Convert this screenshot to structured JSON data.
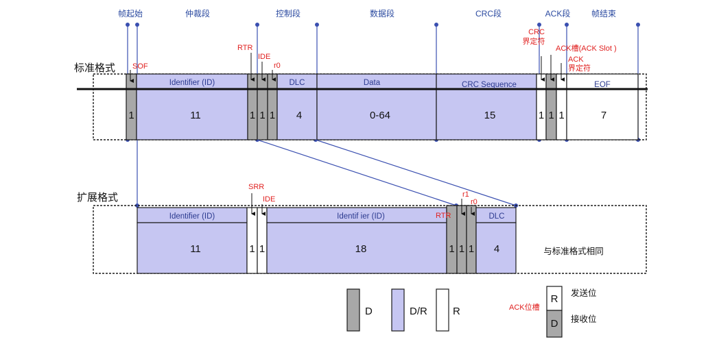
{
  "segments_top": {
    "sof_seg": "帧起始",
    "arb": "仲裁段",
    "ctrl": "控制段",
    "data": "数据段",
    "crc": "CRC段",
    "ack": "ACK段",
    "eof_seg": "帧结束"
  },
  "standard": {
    "title": "标准格式",
    "sof_label": "SOF",
    "rtr": "RTR",
    "ide": "IDE",
    "r0": "r0",
    "crc_delim_1": "CRC",
    "crc_delim_2": "界定符",
    "ack_slot": "ACK槽(ACK Slot )",
    "ack_delim_1": "ACK",
    "ack_delim_2": "界定符",
    "fields": {
      "id": "Identifier (ID)",
      "dlc": "DLC",
      "data": "Data",
      "crc": "CRC Sequence",
      "eof": "EOF"
    },
    "bits": {
      "sof": "1",
      "id": "11",
      "rtr": "1",
      "ide": "1",
      "r0": "1",
      "dlc": "4",
      "data": "0-64",
      "crc": "15",
      "crc_delim": "1",
      "ack_slot": "1",
      "ack_delim": "1",
      "eof": "7"
    }
  },
  "extended": {
    "title": "扩展格式",
    "srr": "SRR",
    "ide": "IDE",
    "rtr": "RTR",
    "r1": "r1",
    "r0": "r0",
    "fields": {
      "id1": "Identifier (ID)",
      "id2": "Identif ier (ID)",
      "dlc": "DLC"
    },
    "bits": {
      "id1": "11",
      "srr": "1",
      "ide": "1",
      "id2": "18",
      "rtr": "1",
      "r1": "1",
      "r0": "1",
      "dlc": "4"
    },
    "same_as": "与标准格式相同"
  },
  "legend": {
    "d": "D",
    "dr": "D/R",
    "r": "R",
    "ack_slot": "ACK位槽",
    "r_bit": "R",
    "d_bit": "D",
    "send": "发送位",
    "recv": "接收位"
  },
  "colors": {
    "dominant_recessive": "#c6c6f2",
    "dominant": "#a8a8a8",
    "recessive": "#ffffff",
    "segment_label": "#2b4aa0",
    "annotation": "#e0201f"
  }
}
